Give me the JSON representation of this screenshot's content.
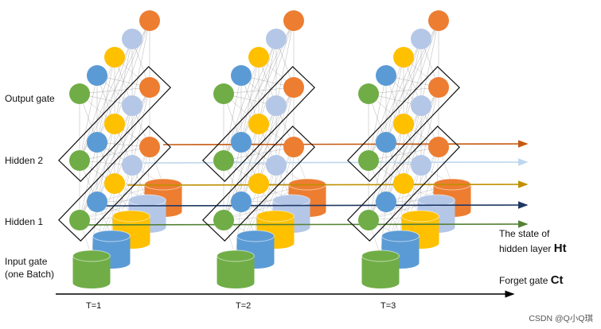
{
  "labels": {
    "output_gate": "Output gate",
    "hidden2": "Hidden 2",
    "hidden1": "Hidden 1",
    "input_gate_line1": "Input gate",
    "input_gate_line2": "(one Batch)",
    "state_line1": "The state of",
    "state_line2_text": "hidden layer",
    "state_symbol": "Ht",
    "forget_text": "Forget gate",
    "forget_symbol": "Ct"
  },
  "time_steps": [
    "T=1",
    "T=2",
    "T=3"
  ],
  "watermark": "CSDN @Q小Q琪",
  "colors": {
    "green": "#70ad47",
    "blue": "#5b9bd5",
    "yellow": "#ffc000",
    "lightblue": "#b4c7e7",
    "orange": "#ed7d31",
    "arrow_orange": "#c55a11",
    "arrow_lightblue": "#bdd7ee",
    "arrow_gold": "#bf9000",
    "arrow_navy": "#1f3864",
    "arrow_green": "#548235"
  }
}
